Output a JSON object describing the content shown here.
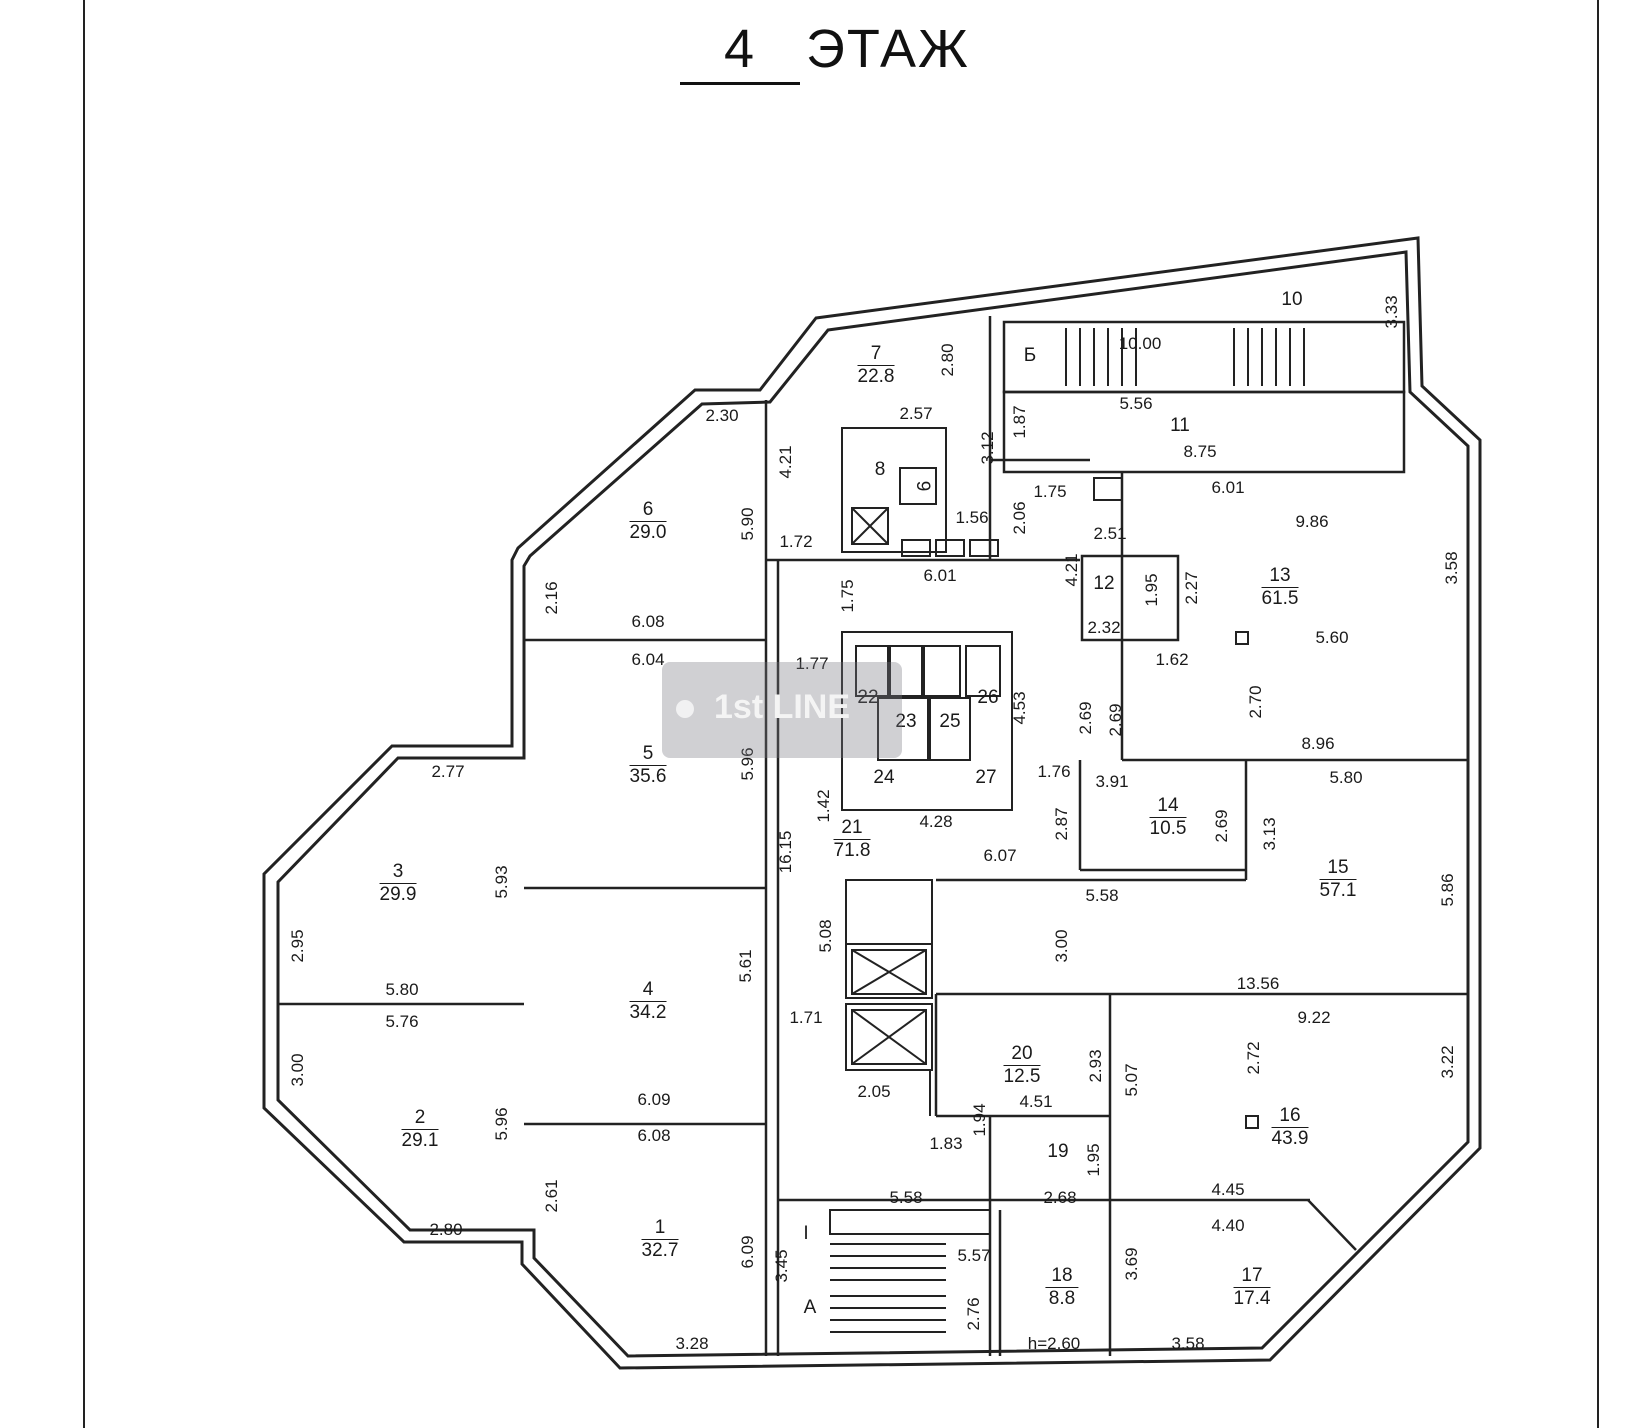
{
  "plan": {
    "title_number": "4",
    "title_word": "ЭТАЖ"
  },
  "rooms": [
    {
      "id": "r1",
      "number": "1",
      "area": "32.7"
    },
    {
      "id": "r2",
      "number": "2",
      "area": "29.1"
    },
    {
      "id": "r3",
      "number": "3",
      "area": "29.9"
    },
    {
      "id": "r4",
      "number": "4",
      "area": "34.2"
    },
    {
      "id": "r5",
      "number": "5",
      "area": "35.6"
    },
    {
      "id": "r6",
      "number": "6",
      "area": "29.0"
    },
    {
      "id": "r7",
      "number": "7",
      "area": "22.8"
    },
    {
      "id": "r13",
      "number": "13",
      "area": "61.5"
    },
    {
      "id": "r14",
      "number": "14",
      "area": "10.5"
    },
    {
      "id": "r15",
      "number": "15",
      "area": "57.1"
    },
    {
      "id": "r16",
      "number": "16",
      "area": "43.9"
    },
    {
      "id": "r17",
      "number": "17",
      "area": "17.4"
    },
    {
      "id": "r18",
      "number": "18",
      "area": "8.8"
    },
    {
      "id": "r20",
      "number": "20",
      "area": "12.5"
    },
    {
      "id": "r21",
      "number": "21",
      "area": "71.8"
    }
  ],
  "plain_labels": {
    "r8": "8",
    "r9": "9",
    "r10": "10",
    "r11": "11",
    "r12": "12",
    "r19": "19",
    "r22": "22",
    "r23": "23",
    "r24": "24",
    "r25": "25",
    "r26": "26",
    "r27": "27",
    "stair_a": "A",
    "stair_b": "Б",
    "stair_i": "I",
    "height": "h=2.60"
  },
  "dimensions": {
    "d_2_30": "2.30",
    "d_5_90": "5.90",
    "d_2_16": "2.16",
    "d_6_08a": "6.08",
    "d_6_04": "6.04",
    "d_5_96a": "5.96",
    "d_2_77": "2.77",
    "d_5_93": "5.93",
    "d_2_95": "2.95",
    "d_5_80a": "5.80",
    "d_5_76": "5.76",
    "d_3_00a": "3.00",
    "d_5_96b": "5.96",
    "d_2_80a": "2.80",
    "d_5_61": "5.61",
    "d_6_09a": "6.09",
    "d_6_08b": "6.08",
    "d_2_61": "2.61",
    "d_6_09b": "6.09",
    "d_3_28": "3.28",
    "d_4_21a": "4.21",
    "d_1_72": "1.72",
    "d_2_80b": "2.80",
    "d_2_57": "2.57",
    "d_3_12": "3.12",
    "d_1_56": "1.56",
    "d_2_06": "2.06",
    "d_6_01a": "6.01",
    "d_1_75a": "1.75",
    "d_1_77": "1.77",
    "d_4_53": "4.53",
    "d_4_28": "4.28",
    "d_1_42": "1.42",
    "d_16_15": "16.15",
    "d_1_76": "1.76",
    "d_6_07": "6.07",
    "d_2_87": "2.87",
    "d_2_69a": "2.69",
    "d_5_08": "5.08",
    "d_1_71": "1.71",
    "d_2_05": "2.05",
    "d_1_83": "1.83",
    "d_1_94": "1.94",
    "d_5_58a": "5.58",
    "d_3_45": "3.45",
    "d_5_57": "5.57",
    "d_2_76": "2.76",
    "d_10": "10",
    "d_10_00": "10.00",
    "d_3_33": "3.33",
    "d_5_56": "5.56",
    "d_1_87": "1.87",
    "d_8_75": "8.75",
    "d_1_75b": "1.75",
    "d_6_01b": "6.01",
    "d_9_86": "9.86",
    "d_2_51": "2.51",
    "d_4_21b": "4.21",
    "d_1_95a": "1.95",
    "d_2_27": "2.27",
    "d_2_32": "2.32",
    "d_1_62": "1.62",
    "d_3_58a": "3.58",
    "d_5_60": "5.60",
    "d_2_69b": "2.69",
    "d_2_70": "2.70",
    "d_8_96": "8.96",
    "d_3_91": "3.91",
    "d_2_69c": "2.69",
    "d_3_13": "3.13",
    "d_5_80b": "5.80",
    "d_5_58b": "5.58",
    "d_5_86": "5.86",
    "d_3_00b": "3.00",
    "d_13_56": "13.56",
    "d_9_22": "9.22",
    "d_2_93": "2.93",
    "d_4_51": "4.51",
    "d_5_07": "5.07",
    "d_2_72": "2.72",
    "d_3_22": "3.22",
    "d_1_95b": "1.95",
    "d_2_68": "2.68",
    "d_4_45": "4.45",
    "d_4_40": "4.40",
    "d_3_69": "3.69",
    "d_3_58b": "3.58"
  },
  "watermark": {
    "text": "1st LINE"
  }
}
